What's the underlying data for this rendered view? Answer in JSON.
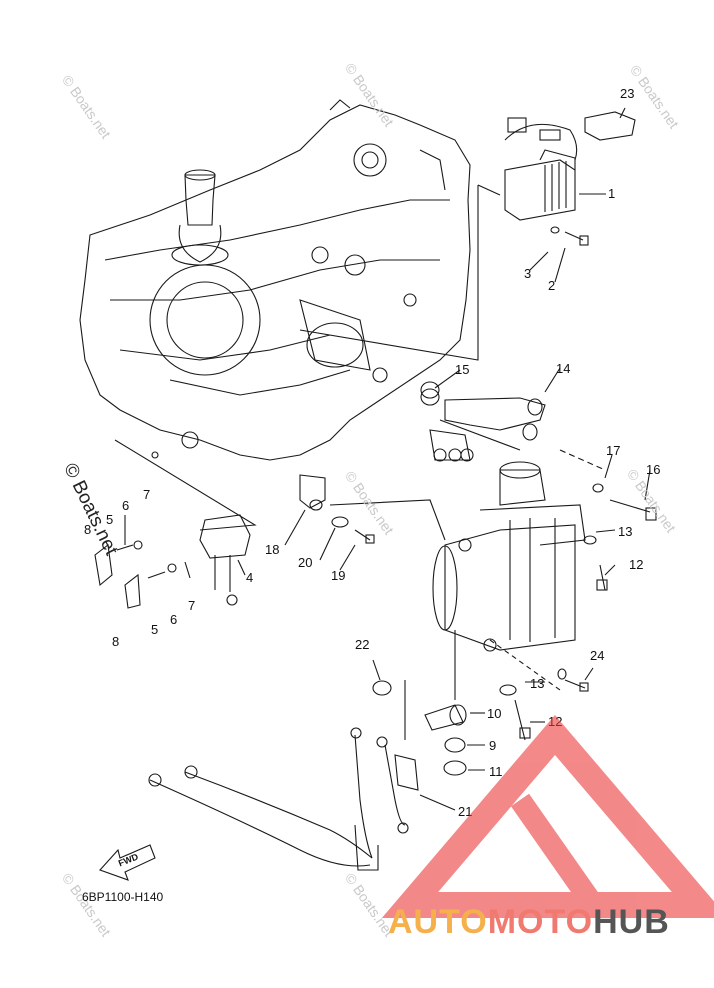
{
  "callouts": [
    {
      "n": "1"
    },
    {
      "n": "2"
    },
    {
      "n": "3"
    },
    {
      "n": "4"
    },
    {
      "n": "5"
    },
    {
      "n": "5"
    },
    {
      "n": "6"
    },
    {
      "n": "6"
    },
    {
      "n": "7"
    },
    {
      "n": "7"
    },
    {
      "n": "8"
    },
    {
      "n": "8"
    },
    {
      "n": "9"
    },
    {
      "n": "10"
    },
    {
      "n": "11"
    },
    {
      "n": "12"
    },
    {
      "n": "12"
    },
    {
      "n": "13"
    },
    {
      "n": "13"
    },
    {
      "n": "14"
    },
    {
      "n": "15"
    },
    {
      "n": "16"
    },
    {
      "n": "17"
    },
    {
      "n": "18"
    },
    {
      "n": "19"
    },
    {
      "n": "20"
    },
    {
      "n": "21"
    },
    {
      "n": "22"
    },
    {
      "n": "23"
    },
    {
      "n": "24"
    }
  ],
  "watermark": "© Boats.net",
  "drawing_code": "6BP1100-H140",
  "fwd_label": "FWD",
  "brand": {
    "part1": "AUTO",
    "part2": "MOTO",
    "part3": "HUB"
  },
  "colors": {
    "logo_red": "#ec3a3a",
    "logo_light": "#f6b04b",
    "line": "#1a1a1a"
  }
}
